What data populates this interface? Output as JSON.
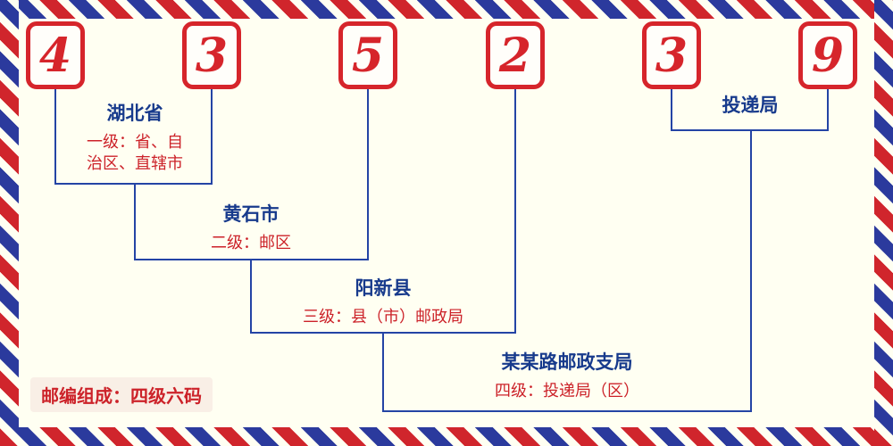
{
  "diagram": {
    "digits": [
      "4",
      "3",
      "5",
      "2",
      "3",
      "9"
    ],
    "levels": [
      {
        "name": "湖北省",
        "desc_line1": "一级：省、自",
        "desc_line2": "治区、直辖市"
      },
      {
        "name": "黄石市",
        "desc": "二级：邮区"
      },
      {
        "name": "阳新县",
        "desc": "三级：县（市）邮政局"
      },
      {
        "name": "某某路邮政支局",
        "desc": "四级：投递局（区）"
      },
      {
        "name": "投递局"
      }
    ],
    "footer_note": "邮编组成：四级六码",
    "colors": {
      "digit_red": "#d6252b",
      "desc_red": "#cc2229",
      "label_blue": "#173a8c",
      "line_blue": "#2444a5",
      "background": "#fffff2"
    }
  }
}
